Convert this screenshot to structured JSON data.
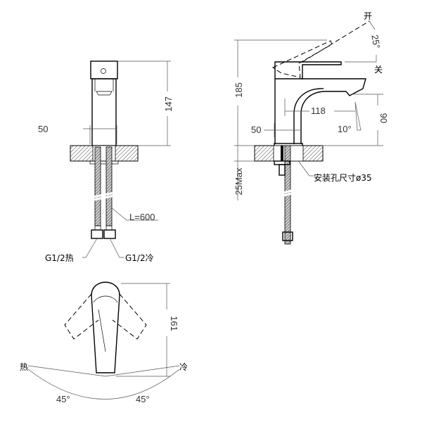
{
  "front_view": {
    "height_label": "147",
    "width_label": "50",
    "hose_length_label": "L=600",
    "hot_inlet_label": "G1/2热",
    "cold_inlet_label": "G1/2冷"
  },
  "side_view": {
    "open_label": "开",
    "close_label": "关",
    "handle_angle_label": "25°",
    "total_height_label": "185",
    "reach_label": "118",
    "spout_height_label": "90",
    "spout_angle_label": "10°",
    "width_label": "50",
    "deck_thickness_label": "25Max",
    "mounting_hole_label": "安装孔尺寸ø35"
  },
  "top_view": {
    "length_label": "161",
    "hot_label": "热",
    "cold_label": "冷",
    "left_angle_label": "45°",
    "right_angle_label": "45°"
  }
}
